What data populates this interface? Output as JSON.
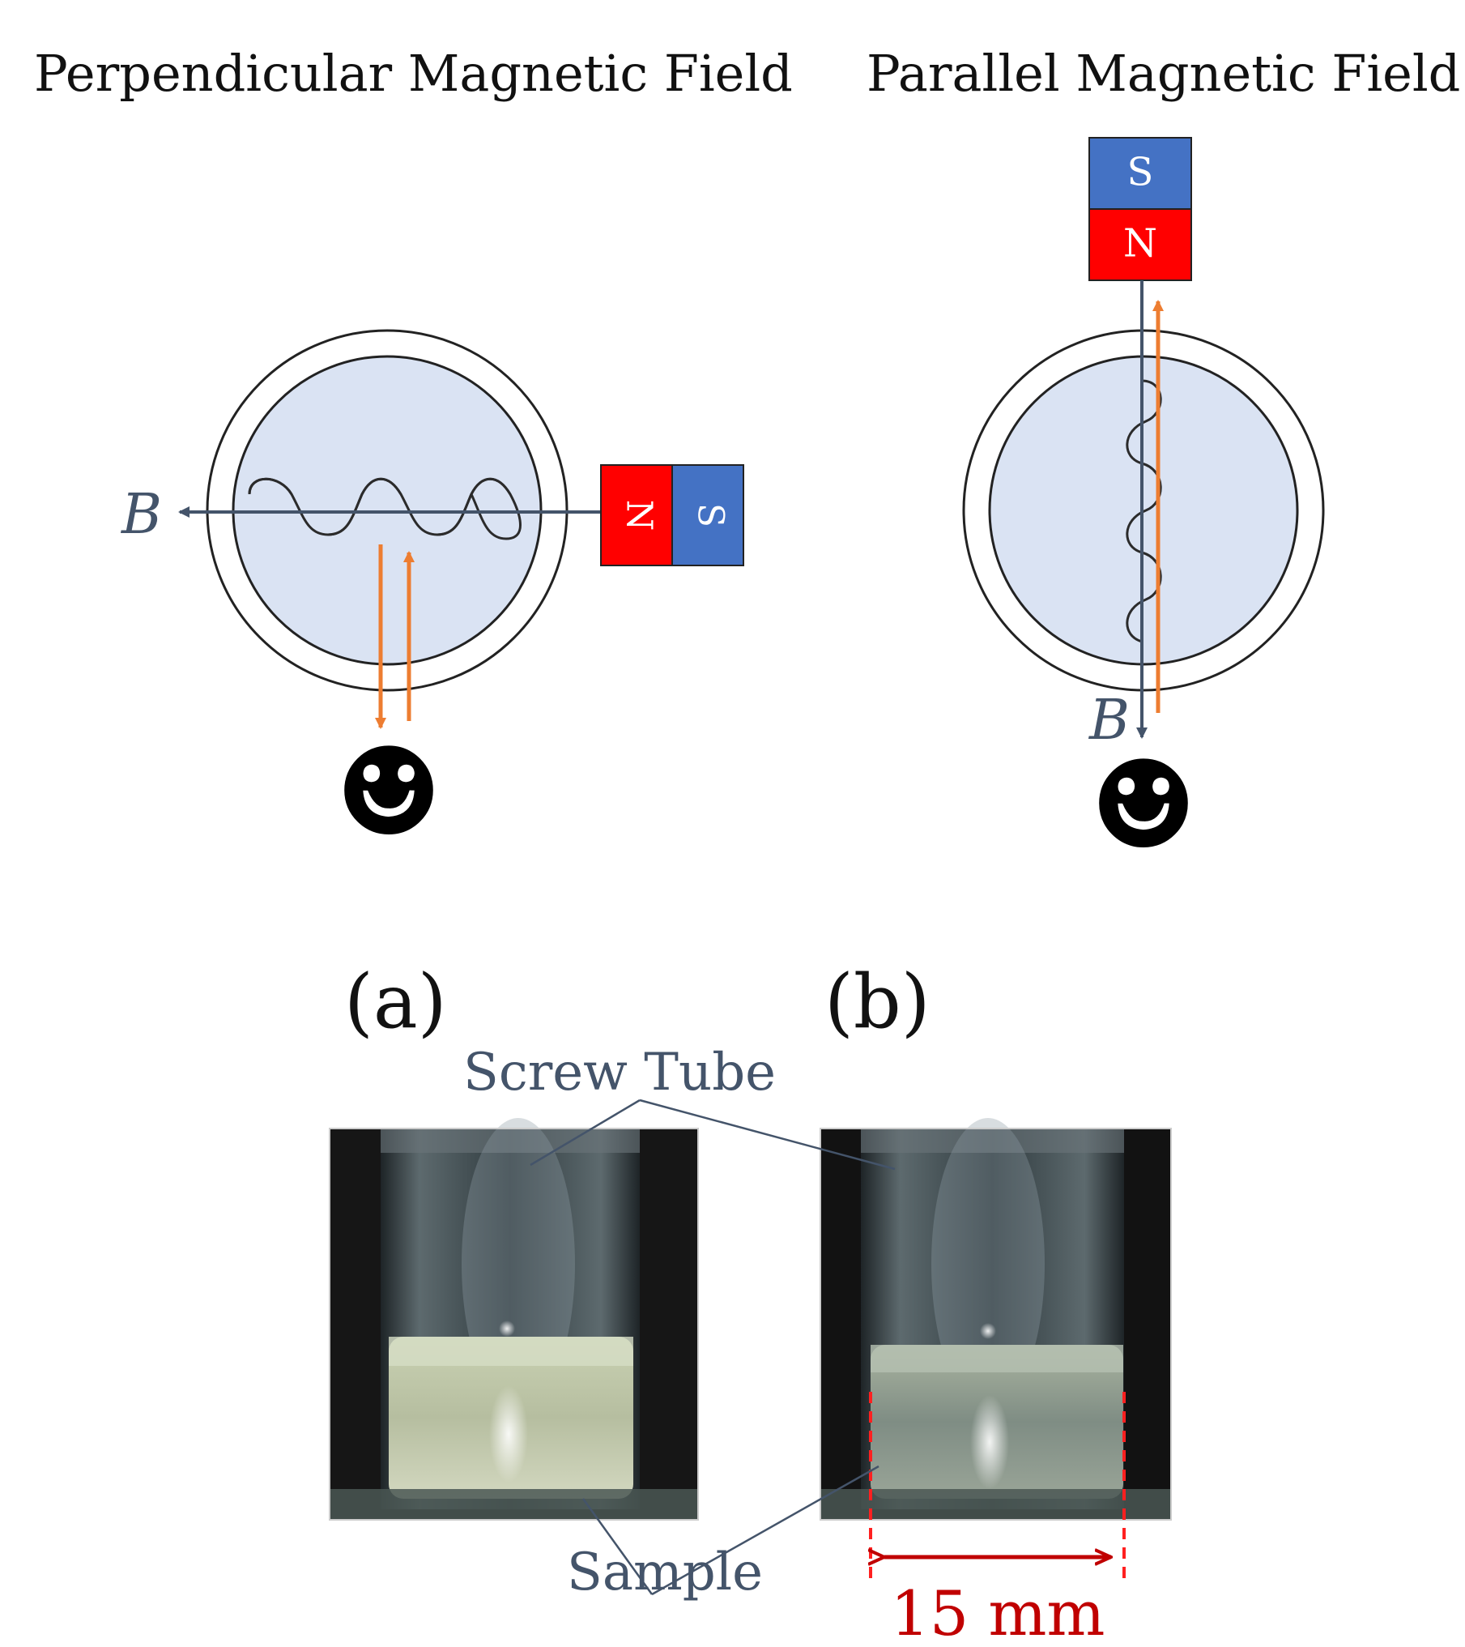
{
  "panels": {
    "perpendicular": {
      "title": "Perpendicular Magnetic Field",
      "field_label": "B",
      "magnet": {
        "north": "N",
        "south": "S"
      },
      "observer": "☻"
    },
    "parallel": {
      "title": "Parallel Magnetic Field",
      "field_label": "B",
      "magnet": {
        "north": "N",
        "south": "S"
      },
      "observer": "☻"
    }
  },
  "photos": {
    "a_label": "(a)",
    "b_label": "(b)",
    "screw_tube_label": "Screw Tube",
    "sample_label": "Sample",
    "scale_label": "15 mm"
  },
  "colors": {
    "magnet_north": "#ff0000",
    "magnet_south": "#4472c4",
    "field_line": "#44546a",
    "light_ray": "#ed7d31",
    "sample_fill": "#dae3f3",
    "scale_bar": "#c00000",
    "callout_text": "#44546a"
  }
}
